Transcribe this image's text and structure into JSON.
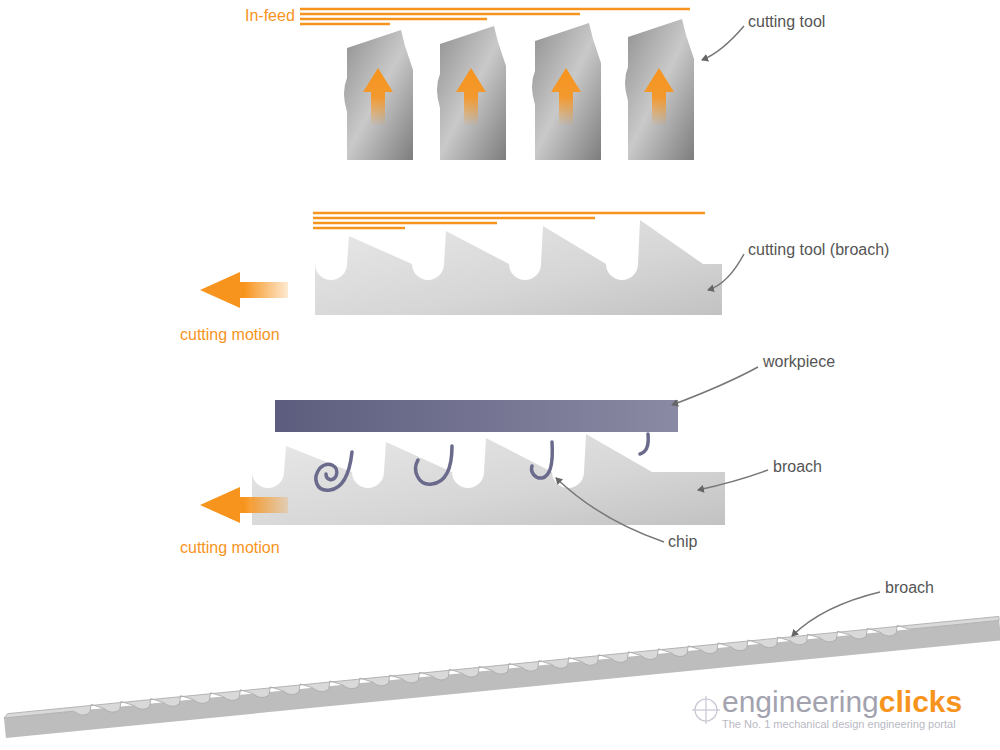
{
  "diagram": {
    "labels": [
      "In-feed",
      "cutting tool",
      "cutting tool (broach)",
      "cutting motion",
      "workpiece",
      "broach",
      "chip",
      "cutting motion",
      "broach",
      "engineering",
      "clicks",
      "The No. 1 mechanical design engineering portal"
    ]
  }
}
